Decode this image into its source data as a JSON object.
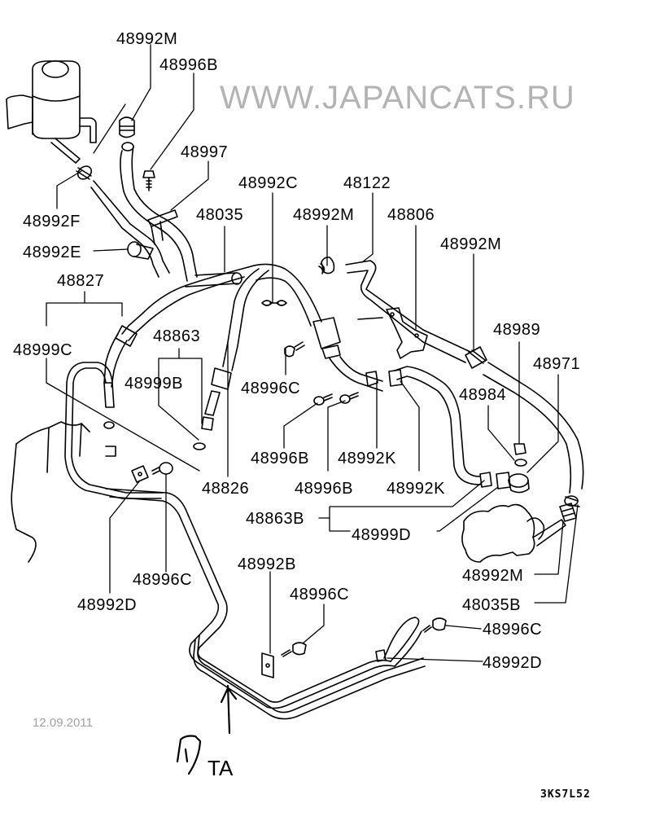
{
  "diagram": {
    "part_labels": [
      {
        "id": "l1",
        "text": "48992M"
      },
      {
        "id": "l2",
        "text": "48996B"
      },
      {
        "id": "l3",
        "text": "48997"
      },
      {
        "id": "l4",
        "text": "48992F"
      },
      {
        "id": "l5",
        "text": "48992E"
      },
      {
        "id": "l6",
        "text": "48035"
      },
      {
        "id": "l7",
        "text": "48992C"
      },
      {
        "id": "l8",
        "text": "48122"
      },
      {
        "id": "l9",
        "text": "48992M"
      },
      {
        "id": "l10",
        "text": "48806"
      },
      {
        "id": "l11",
        "text": "48992M"
      },
      {
        "id": "l12",
        "text": "48827"
      },
      {
        "id": "l13",
        "text": "48999C"
      },
      {
        "id": "l14",
        "text": "48863"
      },
      {
        "id": "l15",
        "text": "48999B"
      },
      {
        "id": "l16",
        "text": "48989"
      },
      {
        "id": "l17",
        "text": "48971"
      },
      {
        "id": "l18",
        "text": "48996C"
      },
      {
        "id": "l19",
        "text": "48984"
      },
      {
        "id": "l20",
        "text": "48996B"
      },
      {
        "id": "l21",
        "text": "48992K"
      },
      {
        "id": "l22",
        "text": "48826"
      },
      {
        "id": "l23",
        "text": "48996B"
      },
      {
        "id": "l24",
        "text": "48992K"
      },
      {
        "id": "l25",
        "text": "48863B"
      },
      {
        "id": "l26",
        "text": "48999D"
      },
      {
        "id": "l27",
        "text": "48992M"
      },
      {
        "id": "l28",
        "text": "48996C"
      },
      {
        "id": "l29",
        "text": "48992D"
      },
      {
        "id": "l30",
        "text": "48992B"
      },
      {
        "id": "l31",
        "text": "48035B"
      },
      {
        "id": "l32",
        "text": "48996C"
      },
      {
        "id": "l33",
        "text": "48996C"
      },
      {
        "id": "l34",
        "text": "48992D"
      }
    ],
    "watermark": "WWW.JAPANCATS.RU",
    "watermark_date": "12.09.2011",
    "handwritten_note": "TA",
    "figure_code": "3KS7L52"
  },
  "colors": {
    "line": "#000000",
    "watermark": "#969696",
    "background": "#ffffff"
  }
}
